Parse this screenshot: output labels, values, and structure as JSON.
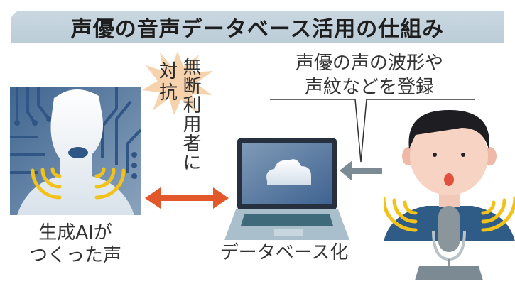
{
  "title": "声優の音声データベース活用の仕組み",
  "ai_voice": {
    "label_line1": "生成AIが",
    "label_line2": "つくった声",
    "icon": "ai-silhouette-icon"
  },
  "counter": {
    "burst_text_line1": "対",
    "burst_text_line2": "抗",
    "vertical_text": "無断利用者に",
    "arrow_color": "#e2582a"
  },
  "database": {
    "label": "データベース化",
    "icon": "laptop-cloud-icon"
  },
  "voice_actor": {
    "callout_line1": "声優の声の波形や",
    "callout_line2": "声紋などを登録",
    "icon": "voice-actor-microphone-icon",
    "arrow_color": "#7b8a93"
  },
  "colors": {
    "title_bg": "#c4d3dd",
    "ai_panel": "#4d6f96",
    "wave": "#f2c21b",
    "laptop_screen": "#4e6e95",
    "laptop_body": "#a9bfcc",
    "suit": "#2f5b87"
  }
}
